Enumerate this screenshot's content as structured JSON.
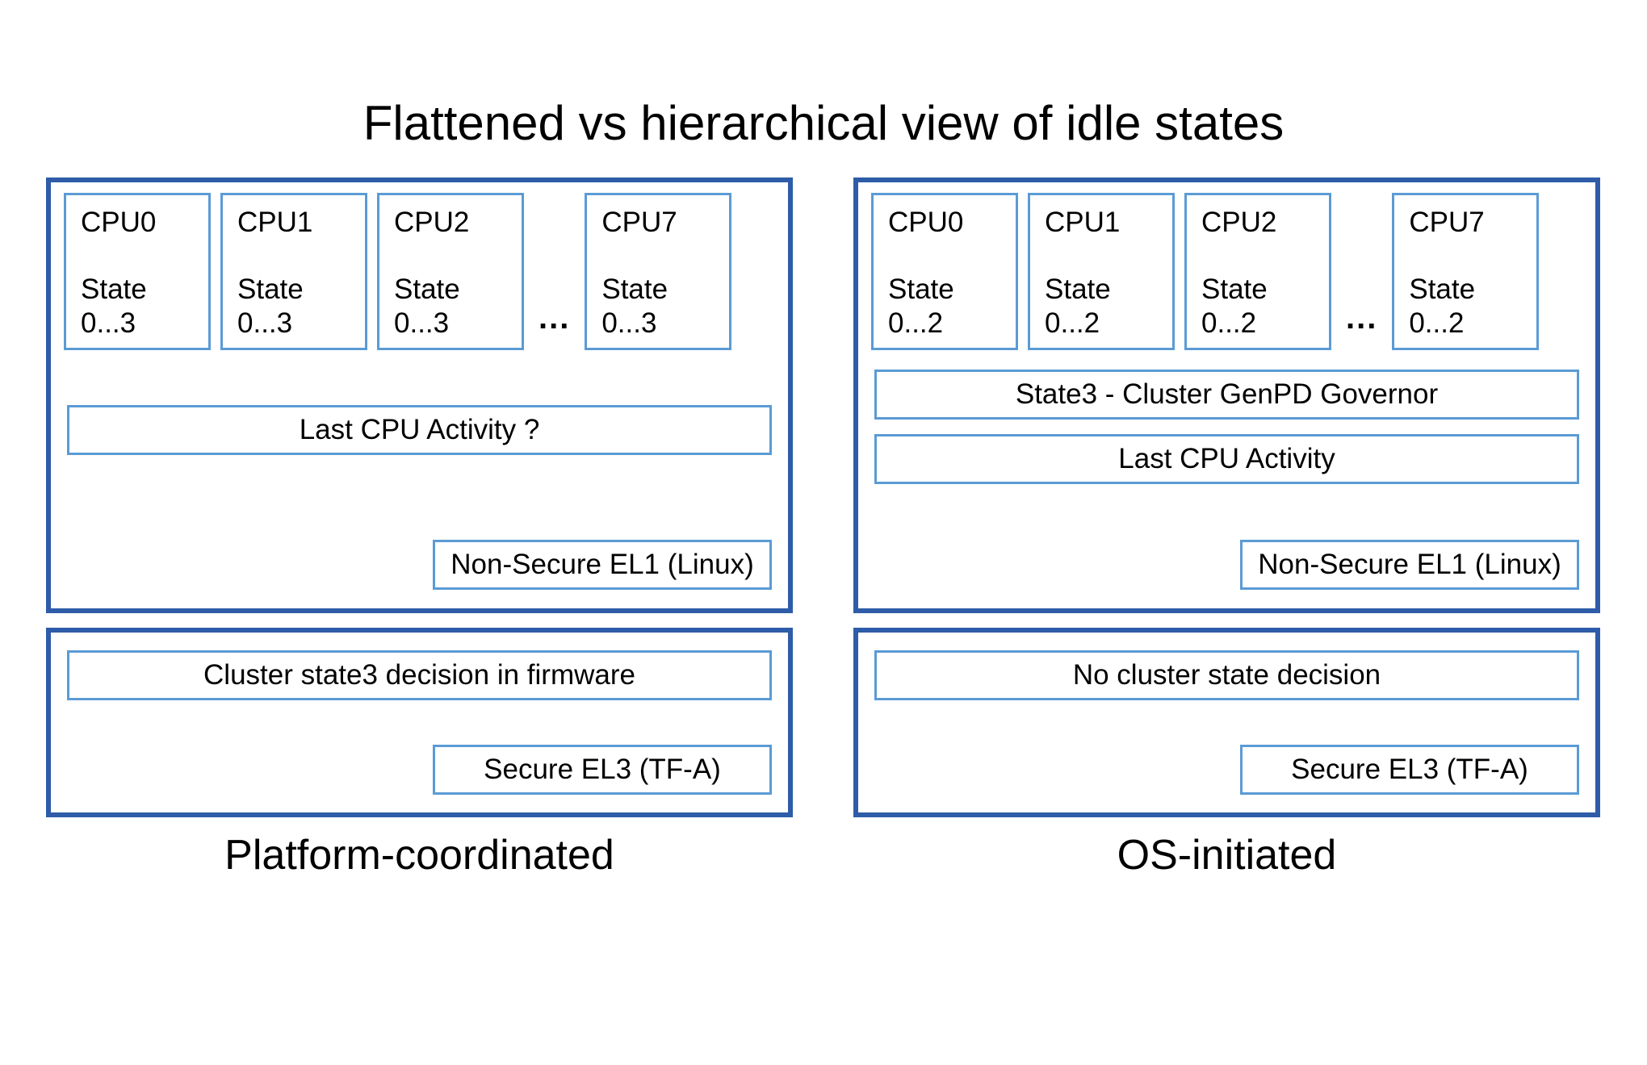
{
  "title": "Flattened vs hierarchical view of idle states",
  "colors": {
    "outer_border": "#2E5CA8",
    "inner_border": "#5B9BD5",
    "background": "#ffffff",
    "text": "#000000"
  },
  "panels": [
    {
      "id": "platform-coordinated",
      "caption": "Platform-coordinated",
      "ellipsis": "...",
      "cpus": [
        {
          "name": "CPU0",
          "state_label": "State",
          "state_range": "0...3"
        },
        {
          "name": "CPU1",
          "state_label": "State",
          "state_range": "0...3"
        },
        {
          "name": "CPU2",
          "state_label": "State",
          "state_range": "0...3"
        },
        {
          "name": "CPU7",
          "state_label": "State",
          "state_range": "0...3"
        }
      ],
      "governor_bar": null,
      "activity_bar": "Last CPU Activity ?",
      "el1_tag": "Non-Secure EL1 (Linux)",
      "firmware_bar": "Cluster state3 decision in firmware",
      "el3_tag": "Secure EL3 (TF-A)"
    },
    {
      "id": "os-initiated",
      "caption": "OS-initiated",
      "ellipsis": "...",
      "cpus": [
        {
          "name": "CPU0",
          "state_label": "State",
          "state_range": "0...2"
        },
        {
          "name": "CPU1",
          "state_label": "State",
          "state_range": "0...2"
        },
        {
          "name": "CPU2",
          "state_label": "State",
          "state_range": "0...2"
        },
        {
          "name": "CPU7",
          "state_label": "State",
          "state_range": "0...2"
        }
      ],
      "governor_bar": "State3 - Cluster GenPD Governor",
      "activity_bar": "Last CPU Activity",
      "el1_tag": "Non-Secure EL1 (Linux)",
      "firmware_bar": "No cluster state decision",
      "el3_tag": "Secure EL3 (TF-A)"
    }
  ]
}
